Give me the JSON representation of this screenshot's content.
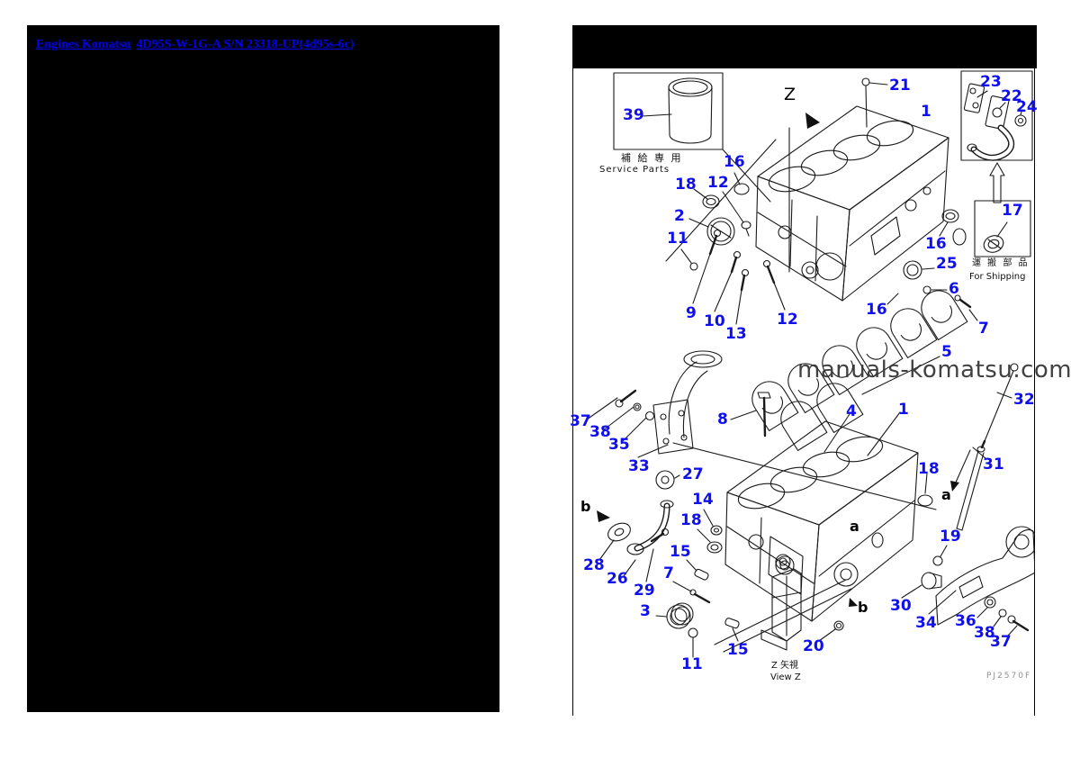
{
  "header": {
    "links": [
      {
        "label": "Engines Komatsu"
      },
      {
        "label": "4D95S-W-1G-A S/N 23318-UP(4d95s-6c)"
      }
    ]
  },
  "diagram": {
    "watermark": "manuals-komatsu.com",
    "drawing_code": "PJ2570F",
    "z_marker": "Z",
    "service_box": {
      "ja": "補 給 専 用",
      "en": "Service Parts"
    },
    "shipping_box": {
      "ja": "運 搬 部 品",
      "en": "For Shipping"
    },
    "view": {
      "ja": "Z  矢視",
      "en": "View Z"
    },
    "markers": {
      "a_dipstick": "a",
      "a_block": "a",
      "b_left": "b",
      "b_block": "b"
    },
    "callouts": [
      {
        "label": "21"
      },
      {
        "label": "1"
      },
      {
        "label": "23"
      },
      {
        "label": "22"
      },
      {
        "label": "24"
      },
      {
        "label": "39"
      },
      {
        "label": "16"
      },
      {
        "label": "18"
      },
      {
        "label": "12"
      },
      {
        "label": "2"
      },
      {
        "label": "11"
      },
      {
        "label": "17"
      },
      {
        "label": "16"
      },
      {
        "label": "25"
      },
      {
        "label": "6"
      },
      {
        "label": "7"
      },
      {
        "label": "16"
      },
      {
        "label": "9"
      },
      {
        "label": "10"
      },
      {
        "label": "13"
      },
      {
        "label": "12"
      },
      {
        "label": "5"
      },
      {
        "label": "37"
      },
      {
        "label": "38"
      },
      {
        "label": "35"
      },
      {
        "label": "33"
      },
      {
        "label": "27"
      },
      {
        "label": "8"
      },
      {
        "label": "4"
      },
      {
        "label": "1"
      },
      {
        "label": "32"
      },
      {
        "label": "31"
      },
      {
        "label": "18"
      },
      {
        "label": "14"
      },
      {
        "label": "18"
      },
      {
        "label": "15"
      },
      {
        "label": "7"
      },
      {
        "label": "26"
      },
      {
        "label": "28"
      },
      {
        "label": "29"
      },
      {
        "label": "3"
      },
      {
        "label": "19"
      },
      {
        "label": "30"
      },
      {
        "label": "34"
      },
      {
        "label": "36"
      },
      {
        "label": "38"
      },
      {
        "label": "37"
      },
      {
        "label": "11"
      },
      {
        "label": "15"
      },
      {
        "label": "20"
      }
    ]
  },
  "colors": {
    "link_blue": "#0000ee",
    "callout_blue": "#1010ee",
    "panel_black": "#000000",
    "line_art": "#1a1a1a",
    "watermark_gray": "#313131"
  }
}
